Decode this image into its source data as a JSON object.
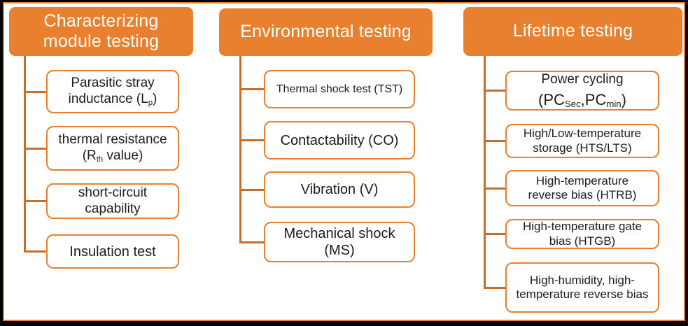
{
  "figure": {
    "type": "hierarchy-diagram",
    "columns": [
      {
        "id": "characterizing-module-testing",
        "header_lines": [
          "Characterizing",
          "module testing"
        ],
        "items": [
          {
            "id": "parasitic-stray-inductance",
            "lines": [
              [
                {
                  "t": "Parasitic stray"
                }
              ],
              [
                {
                  "t": "inductance (L"
                },
                {
                  "t": "p",
                  "sub": true
                },
                {
                  "t": ")"
                }
              ]
            ]
          },
          {
            "id": "thermal-resistance",
            "lines": [
              [
                {
                  "t": "thermal resistance"
                }
              ],
              [
                {
                  "t": "(R"
                },
                {
                  "t": "th",
                  "sub": true
                },
                {
                  "t": " value)"
                }
              ]
            ]
          },
          {
            "id": "short-circuit-capability",
            "lines": [
              [
                {
                  "t": "short-circuit"
                }
              ],
              [
                {
                  "t": "capability"
                }
              ]
            ]
          },
          {
            "id": "insulation-test",
            "lines": [
              [
                {
                  "t": "Insulation test"
                }
              ]
            ]
          }
        ]
      },
      {
        "id": "environmental-testing",
        "header_lines": [
          "Environmental testing"
        ],
        "items": [
          {
            "id": "thermal-shock-test",
            "lines": [
              [
                {
                  "t": "Thermal shock test (TST)"
                }
              ]
            ]
          },
          {
            "id": "contactability",
            "lines": [
              [
                {
                  "t": "Contactability (CO)"
                }
              ]
            ]
          },
          {
            "id": "vibration",
            "lines": [
              [
                {
                  "t": "Vibration (V)"
                }
              ]
            ]
          },
          {
            "id": "mechanical-shock",
            "lines": [
              [
                {
                  "t": "Mechanical shock"
                }
              ],
              [
                {
                  "t": "(MS)"
                }
              ]
            ]
          }
        ]
      },
      {
        "id": "lifetime-testing",
        "header_lines": [
          "Lifetime testing"
        ],
        "items": [
          {
            "id": "power-cycling",
            "lines": [
              [
                {
                  "t": "Power cycling"
                }
              ],
              [
                {
                  "t": "(PC"
                },
                {
                  "t": "Sec",
                  "sub": true
                },
                {
                  "t": ",PC"
                },
                {
                  "t": "min",
                  "sub": true
                },
                {
                  "t": ")"
                }
              ]
            ]
          },
          {
            "id": "high-low-temperature-storage",
            "lines": [
              [
                {
                  "t": "High/Low-temperature"
                }
              ],
              [
                {
                  "t": "storage (HTS/LTS)"
                }
              ]
            ]
          },
          {
            "id": "high-temperature-reverse-bias",
            "lines": [
              [
                {
                  "t": "High-temperature"
                }
              ],
              [
                {
                  "t": "reverse bias (HTRB)"
                }
              ]
            ]
          },
          {
            "id": "high-temperature-gate-bias",
            "lines": [
              [
                {
                  "t": "High-temperature gate"
                }
              ],
              [
                {
                  "t": "bias (HTGB)"
                }
              ]
            ]
          },
          {
            "id": "high-humidity-high-temperature-reverse-bias",
            "lines": [
              [
                {
                  "t": "High-humidity, high-"
                }
              ],
              [
                {
                  "t": "temperature reverse bias"
                }
              ]
            ]
          }
        ]
      }
    ]
  },
  "colors": {
    "accent": "#e8802f",
    "connector": "#c96d2d",
    "header_text": "#ffffff",
    "item_text": "#1c1c1c",
    "canvas_bg": "#ffffff",
    "frame": "#000000"
  }
}
